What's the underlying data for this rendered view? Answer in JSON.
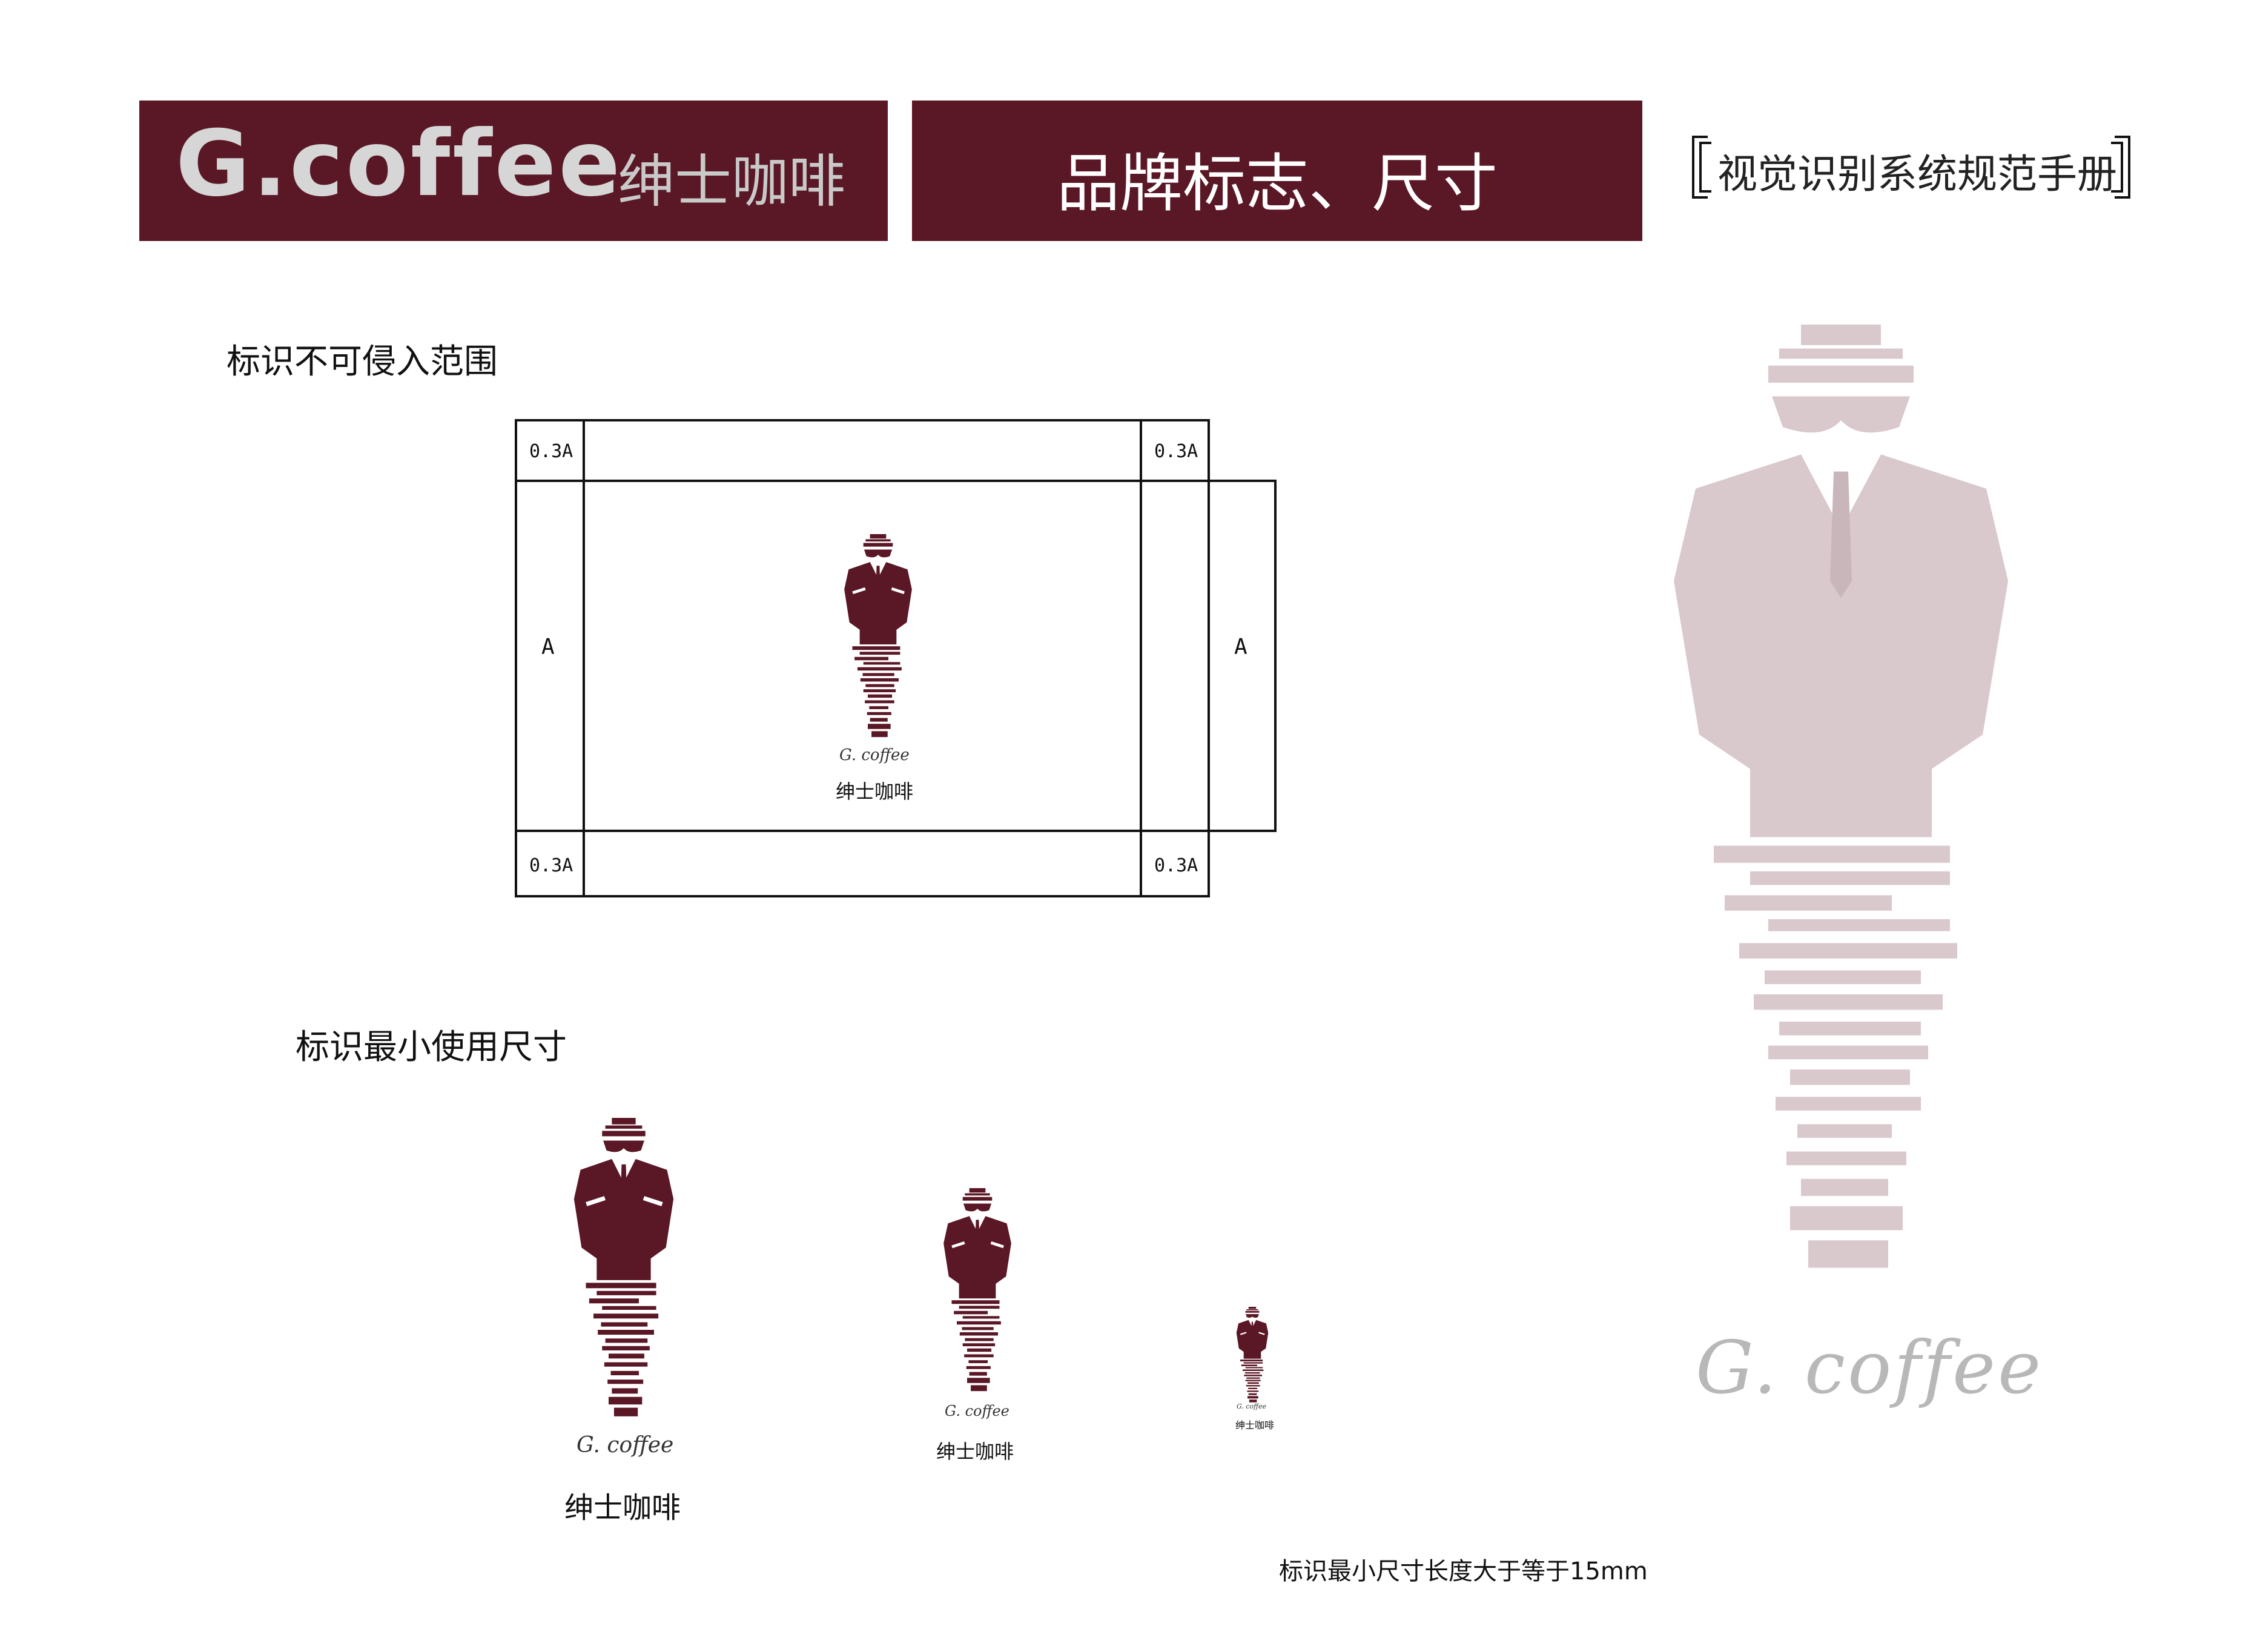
{
  "header": {
    "logo_text": "G.coffee",
    "brand_name_cn": "绅士咖啡",
    "page_title": "品牌标志、尺寸",
    "manual_title": "视觉识别系统规范手册"
  },
  "section_clear_space": {
    "title": "标识不可侵入范围",
    "corner_label": "0.3A",
    "side_label": "A",
    "logo_wordmark": "G. coffee",
    "logo_cn": "绅士咖啡"
  },
  "section_min_size": {
    "title": "标识最小使用尺寸",
    "logos": [
      {
        "wordmark": "G. coffee",
        "cn": "绅士咖啡"
      },
      {
        "wordmark": "G. coffee",
        "cn": "绅士咖啡"
      },
      {
        "wordmark": "G. coffee",
        "cn": "绅士咖啡"
      }
    ],
    "note": "标识最小尺寸长度大于等于15mm"
  },
  "watermark": {
    "wordmark": "G. coffee"
  },
  "colors": {
    "brand_burgundy": "#5a1725",
    "watermark_pink": "#d9c8cc",
    "text_dark": "#111111"
  }
}
